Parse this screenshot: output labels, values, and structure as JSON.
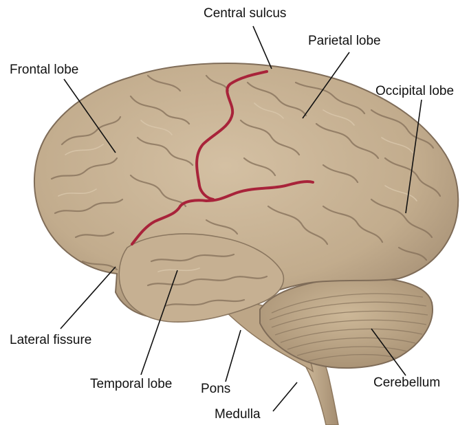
{
  "figure": {
    "background": "#ffffff",
    "tissue_color": "#c2ac8d",
    "gyrus_highlight": "#d3bfa1",
    "sulcus_color": "#7f6c58",
    "sulcus_marking_color": "#a8233a",
    "leader_line_color": "#111111"
  },
  "labels": {
    "central_sulcus": "Central sulcus",
    "parietal_lobe": "Parietal lobe",
    "frontal_lobe": "Frontal lobe",
    "occipital_lobe": "Occipital lobe",
    "lateral_fissure": "Lateral fissure",
    "temporal_lobe": "Temporal lobe",
    "pons": "Pons",
    "cerebellum": "Cerebellum",
    "medulla": "Medulla"
  }
}
